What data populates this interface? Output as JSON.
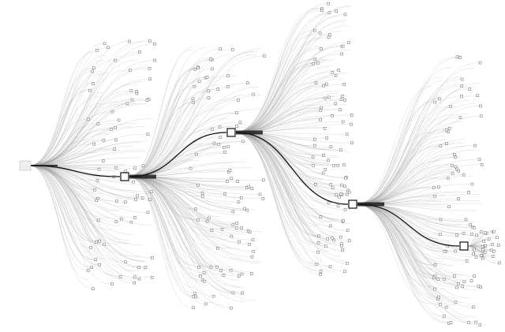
{
  "diagram": {
    "type": "hierarchical-tree",
    "orientation": "left-to-right",
    "colors": {
      "background": "#ffffff",
      "edge": "#9a9a9a",
      "highlight_path": "#111111",
      "node_stroke": "#222222",
      "leaf_stroke": "#666666"
    },
    "fans": [
      {
        "level": 1,
        "leaf_count": 160
      },
      {
        "level": 2,
        "leaf_count": 170
      },
      {
        "level": 3,
        "leaf_count": 170
      },
      {
        "level": 4,
        "leaf_count": 160
      },
      {
        "level": 5,
        "leaf_count": 40
      }
    ]
  }
}
